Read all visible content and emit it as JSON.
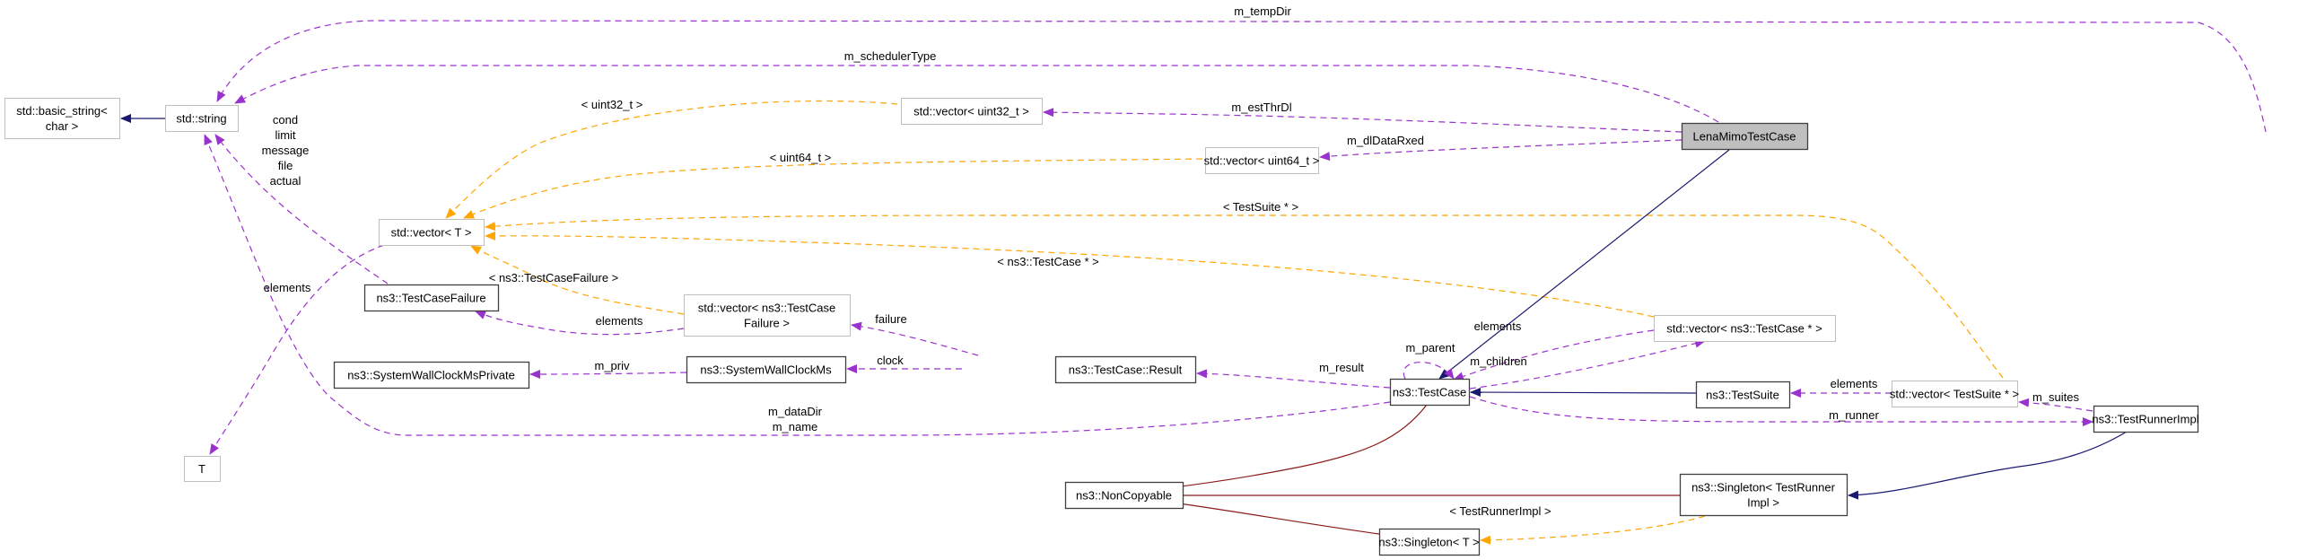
{
  "diagram": {
    "title": "LenaMimoTestCase collaboration graph",
    "colors": {
      "usage_edge": "#9a32cd",
      "template_edge": "#ffa500",
      "inheritance_edge": "#191970",
      "private_inheritance_edge": "#8b1a1a",
      "documented_border": "#404040",
      "undocumented_border": "#bfbfbf",
      "highlight_fill": "#bfbfbf"
    },
    "nodes": [
      {
        "id": "basic_string",
        "label": [
          "std::basic_string<",
          "char >"
        ],
        "style": "undocumented"
      },
      {
        "id": "string",
        "label": [
          "std::string"
        ],
        "style": "undocumented"
      },
      {
        "id": "vector_T",
        "label": [
          "std::vector< T >"
        ],
        "style": "undocumented"
      },
      {
        "id": "T",
        "label": [
          "T"
        ],
        "style": "undocumented"
      },
      {
        "id": "TestCaseFailure",
        "label": [
          "ns3::TestCaseFailure"
        ],
        "style": "documented"
      },
      {
        "id": "SystemWallClockMsPrivate",
        "label": [
          "ns3::SystemWallClockMsPrivate"
        ],
        "style": "documented"
      },
      {
        "id": "vector_uint32",
        "label": [
          "std::vector< uint32_t >"
        ],
        "style": "undocumented"
      },
      {
        "id": "vector_uint64",
        "label": [
          "std::vector< uint64_t >"
        ],
        "style": "undocumented"
      },
      {
        "id": "vector_TestCaseFailure",
        "label": [
          "std::vector< ns3::TestCase",
          "Failure >"
        ],
        "style": "undocumented"
      },
      {
        "id": "SystemWallClockMs",
        "label": [
          "ns3::SystemWallClockMs"
        ],
        "style": "documented"
      },
      {
        "id": "Result",
        "label": [
          "ns3::TestCase::Result"
        ],
        "style": "documented"
      },
      {
        "id": "NonCopyable",
        "label": [
          "ns3::NonCopyable"
        ],
        "style": "documented"
      },
      {
        "id": "LenaMimoTestCase",
        "label": [
          "LenaMimoTestCase"
        ],
        "style": "highlight"
      },
      {
        "id": "TestCase",
        "label": [
          "ns3::TestCase"
        ],
        "style": "documented"
      },
      {
        "id": "vector_TestCasePtr",
        "label": [
          "std::vector< ns3::TestCase * >"
        ],
        "style": "undocumented"
      },
      {
        "id": "TestSuite",
        "label": [
          "ns3::TestSuite"
        ],
        "style": "documented"
      },
      {
        "id": "vector_TestSuitePtr",
        "label": [
          "std::vector< TestSuite * >"
        ],
        "style": "undocumented"
      },
      {
        "id": "TestRunnerImpl",
        "label": [
          "ns3::TestRunnerImpl"
        ],
        "style": "documented"
      },
      {
        "id": "Singleton_TestRunnerImpl",
        "label": [
          "ns3::Singleton< TestRunner",
          "Impl >"
        ],
        "style": "documented"
      },
      {
        "id": "Singleton_T",
        "label": [
          "ns3::Singleton< T >"
        ],
        "style": "documented"
      }
    ],
    "edges": [
      {
        "id": "e_string_basic",
        "from": "string",
        "to": "basic_string",
        "kind": "inheritance",
        "label": []
      },
      {
        "id": "e_tempDir",
        "from": "TestRunnerImpl",
        "to": "string",
        "kind": "usage",
        "label": [
          "m_tempDir"
        ]
      },
      {
        "id": "e_schedulerType",
        "from": "LenaMimoTestCase",
        "to": "string",
        "kind": "usage",
        "label": [
          "m_schedulerType"
        ]
      },
      {
        "id": "e_failure_strings",
        "from": "TestCaseFailure",
        "to": "string",
        "kind": "usage",
        "label": [
          "cond",
          "limit",
          "message",
          "file",
          "actual"
        ]
      },
      {
        "id": "e_dataDir_name",
        "from": "TestCase",
        "to": "string",
        "kind": "usage",
        "label": [
          "m_dataDir",
          "m_name"
        ]
      },
      {
        "id": "e_vecT_T",
        "from": "vector_T",
        "to": "T",
        "kind": "usage",
        "label": [
          "elements"
        ]
      },
      {
        "id": "e_uint32_tmpl",
        "from": "vector_uint32",
        "to": "vector_T",
        "kind": "template",
        "label": [
          "< uint32_t >"
        ]
      },
      {
        "id": "e_uint64_tmpl",
        "from": "vector_uint64",
        "to": "vector_T",
        "kind": "template",
        "label": [
          "< uint64_t >"
        ]
      },
      {
        "id": "e_suiteptr_tmpl",
        "from": "vector_TestSuitePtr",
        "to": "vector_T",
        "kind": "template",
        "label": [
          "< TestSuite * >"
        ]
      },
      {
        "id": "e_caseptr_tmpl",
        "from": "vector_TestCasePtr",
        "to": "vector_T",
        "kind": "template",
        "label": [
          "< ns3::TestCase * >"
        ]
      },
      {
        "id": "e_failure_tmpl",
        "from": "vector_TestCaseFailure",
        "to": "vector_T",
        "kind": "template",
        "label": [
          "< ns3::TestCaseFailure >"
        ]
      },
      {
        "id": "e_vecfail_elements",
        "from": "vector_TestCaseFailure",
        "to": "TestCaseFailure",
        "kind": "usage",
        "label": [
          "elements"
        ]
      },
      {
        "id": "e_estThrDl",
        "from": "LenaMimoTestCase",
        "to": "vector_uint32",
        "kind": "usage",
        "label": [
          "m_estThrDl"
        ]
      },
      {
        "id": "e_dlDataRxed",
        "from": "LenaMimoTestCase",
        "to": "vector_uint64",
        "kind": "usage",
        "label": [
          "m_dlDataRxed"
        ]
      },
      {
        "id": "e_priv",
        "from": "SystemWallClockMs",
        "to": "SystemWallClockMsPrivate",
        "kind": "usage",
        "label": [
          "m_priv"
        ]
      },
      {
        "id": "e_failure",
        "from": "Result",
        "to": "vector_TestCaseFailure",
        "kind": "usage",
        "label": [
          "failure"
        ]
      },
      {
        "id": "e_clock",
        "from": "Result",
        "to": "SystemWallClockMs",
        "kind": "usage",
        "label": [
          "clock"
        ]
      },
      {
        "id": "e_result",
        "from": "TestCase",
        "to": "Result",
        "kind": "usage",
        "label": [
          "m_result"
        ]
      },
      {
        "id": "e_lena_testcase",
        "from": "LenaMimoTestCase",
        "to": "TestCase",
        "kind": "inheritance",
        "label": []
      },
      {
        "id": "e_parent",
        "from": "TestCase",
        "to": "TestCase",
        "kind": "usage",
        "label": [
          "m_parent"
        ]
      },
      {
        "id": "e_vcase_elements",
        "from": "vector_TestCasePtr",
        "to": "TestCase",
        "kind": "usage",
        "label": [
          "elements"
        ]
      },
      {
        "id": "e_children",
        "from": "TestCase",
        "to": "vector_TestCasePtr",
        "kind": "usage",
        "label": [
          "m_children"
        ]
      },
      {
        "id": "e_suite_testcase",
        "from": "TestSuite",
        "to": "TestCase",
        "kind": "inheritance",
        "label": []
      },
      {
        "id": "e_runner",
        "from": "TestCase",
        "to": "TestRunnerImpl",
        "kind": "usage",
        "label": [
          "m_runner"
        ]
      },
      {
        "id": "e_vsuite_elements",
        "from": "vector_TestSuitePtr",
        "to": "TestSuite",
        "kind": "usage",
        "label": [
          "elements"
        ]
      },
      {
        "id": "e_suites",
        "from": "TestRunnerImpl",
        "to": "vector_TestSuitePtr",
        "kind": "usage",
        "label": [
          "m_suites"
        ]
      },
      {
        "id": "e_testcase_noncopy",
        "from": "TestCase",
        "to": "NonCopyable",
        "kind": "private_inheritance",
        "label": []
      },
      {
        "id": "e_singletonTRI_noncopy",
        "from": "Singleton_TestRunnerImpl",
        "to": "NonCopyable",
        "kind": "private_inheritance",
        "label": []
      },
      {
        "id": "e_singletonT_noncopy",
        "from": "Singleton_T",
        "to": "NonCopyable",
        "kind": "private_inheritance",
        "label": []
      },
      {
        "id": "e_runner_singleton",
        "from": "TestRunnerImpl",
        "to": "Singleton_TestRunnerImpl",
        "kind": "inheritance",
        "label": []
      },
      {
        "id": "e_singleton_tmpl",
        "from": "Singleton_TestRunnerImpl",
        "to": "Singleton_T",
        "kind": "template",
        "label": [
          "< TestRunnerImpl >"
        ]
      }
    ]
  }
}
